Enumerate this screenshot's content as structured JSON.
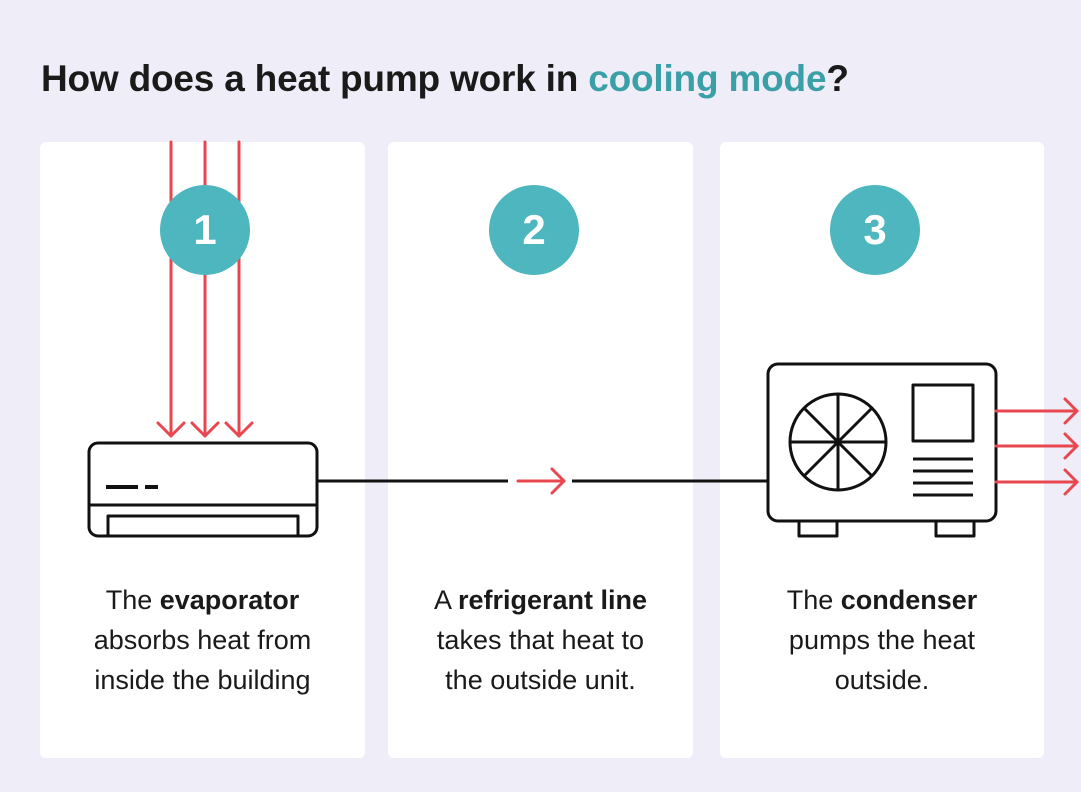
{
  "title": {
    "prefix": "How does a heat pump work in ",
    "accent": "cooling mode",
    "suffix": "?"
  },
  "colors": {
    "background": "#efedf7",
    "accent_text": "#3a9fa6",
    "badge": "#4db6be",
    "heat_arrow": "#e8474f",
    "line": "#111111"
  },
  "steps": [
    {
      "number": "1",
      "caption_before": "The ",
      "caption_bold": "evaporator",
      "caption_after": " absorbs heat from inside the building",
      "icon": "indoor-unit-icon"
    },
    {
      "number": "2",
      "caption_before": "A ",
      "caption_bold": "refrigerant line",
      "caption_after": " takes that heat to the outside unit.",
      "icon": "refrigerant-line-icon"
    },
    {
      "number": "3",
      "caption_before": "The ",
      "caption_bold": "condenser",
      "caption_after": " pumps the heat outside.",
      "icon": "outdoor-unit-icon"
    }
  ]
}
